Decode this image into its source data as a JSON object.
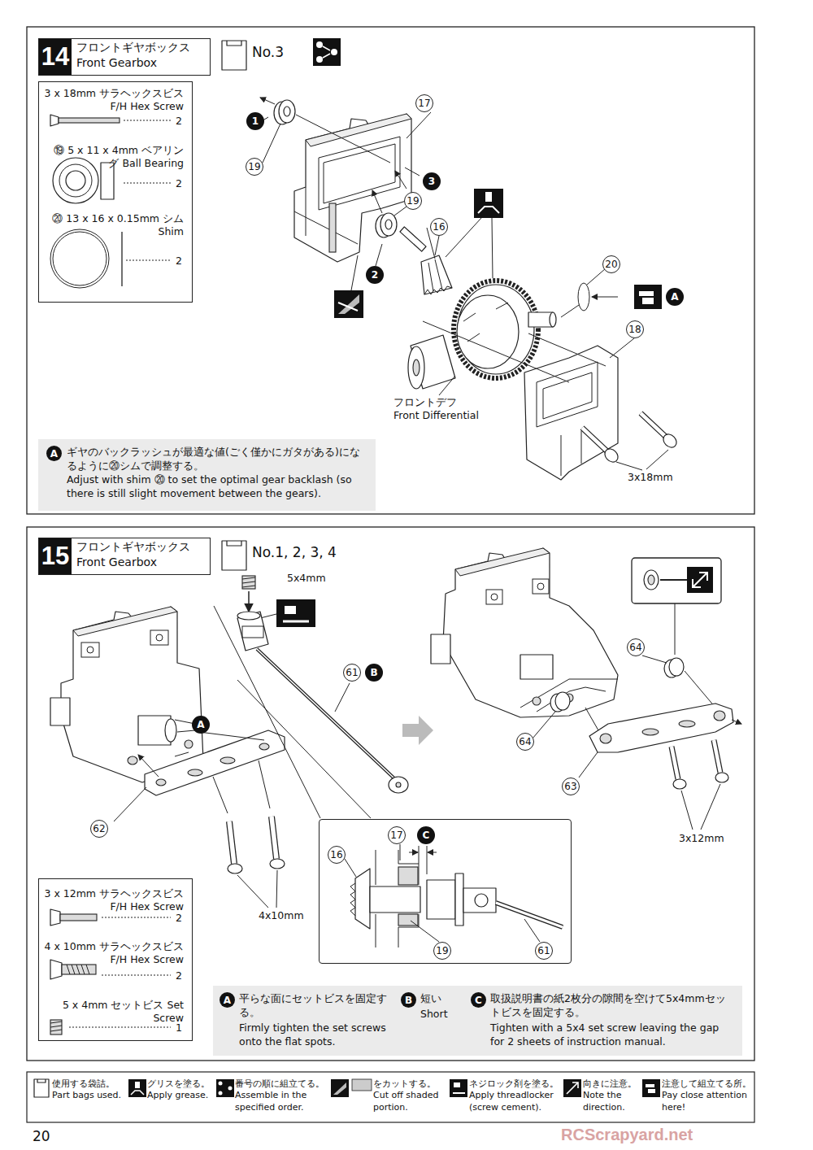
{
  "diagram": {
    "nodes": [
      {
        "text": [
          "14",
          "フロントギヤボックス Front Gearbox"
        ]
      },
      {
        "text": [
          "3 x 18mm サラヘックスビス F/H Hex Screw",
          "2",
          "⑲ 5 x 11 x 4mm ベアリング Ball Bearing",
          "2",
          "⑳ 13 x 16 x 0.15mm シム Shim",
          "2"
        ]
      },
      {
        "text": [
          "A",
          "ギヤのバックラッシュが最適な値(ごく僅かにガタがある)になるように⑳シムで調整する。",
          "Adjust with shim ⑳ to set the optimal gear backlash (so there is still slight movement between the gears)."
        ]
      },
      {
        "text": [
          "15",
          "フロントギヤボックス Front Gearbox"
        ]
      },
      {
        "text": [
          "3 x 12mm サラヘックスビス F/H Hex Screw",
          "2",
          "4 x 10mm サラヘックスビス F/H Hex Screw",
          "2",
          "5 x 4mm セットビス Set Screw",
          "1"
        ]
      },
      {
        "text": [
          "A",
          "平らな面にセットビスを固定する。",
          "Firmly tighten the set screws onto the flat spots.",
          "B",
          "短い",
          "Short",
          "C",
          "取扱説明書の紙2枚分の隙間を空けて5x4mmセットビスを固定する。",
          "Tighten with a 5x4 set screw leaving the gap for 2 sheets of instruction manual."
        ]
      },
      {
        "text": [
          "17",
          "C",
          "16",
          "19",
          "61"
        ]
      }
    ],
    "labels": [
      "No.3",
      "17",
      "1",
      "19",
      "3",
      "19",
      "16",
      "2",
      "20",
      "A",
      "18",
      "フロントデフ Front Differential",
      "3x18mm",
      "No.1, 2, 3, 4",
      "5x4mm",
      "61",
      "B",
      "A",
      "62",
      "4x10mm",
      "64",
      "64",
      "63",
      "3x12mm",
      "20",
      "RCScrapyard.net"
    ],
    "legend": [
      {
        "text": "使用する袋詰。 Part bags used."
      },
      {
        "text": "グリスを塗る。 Apply grease."
      },
      {
        "text": "番号の順に組立てる。 Assemble in the specified order."
      },
      {
        "text": "をカットする。 Cut off shaded portion."
      },
      {
        "text": "ネジロック剤を塗る。 Apply threadlocker (screw cement)."
      },
      {
        "text": "向きに注意。 Note the direction."
      },
      {
        "text": "注意して組立てる所。 Pay close attention here!"
      }
    ]
  }
}
